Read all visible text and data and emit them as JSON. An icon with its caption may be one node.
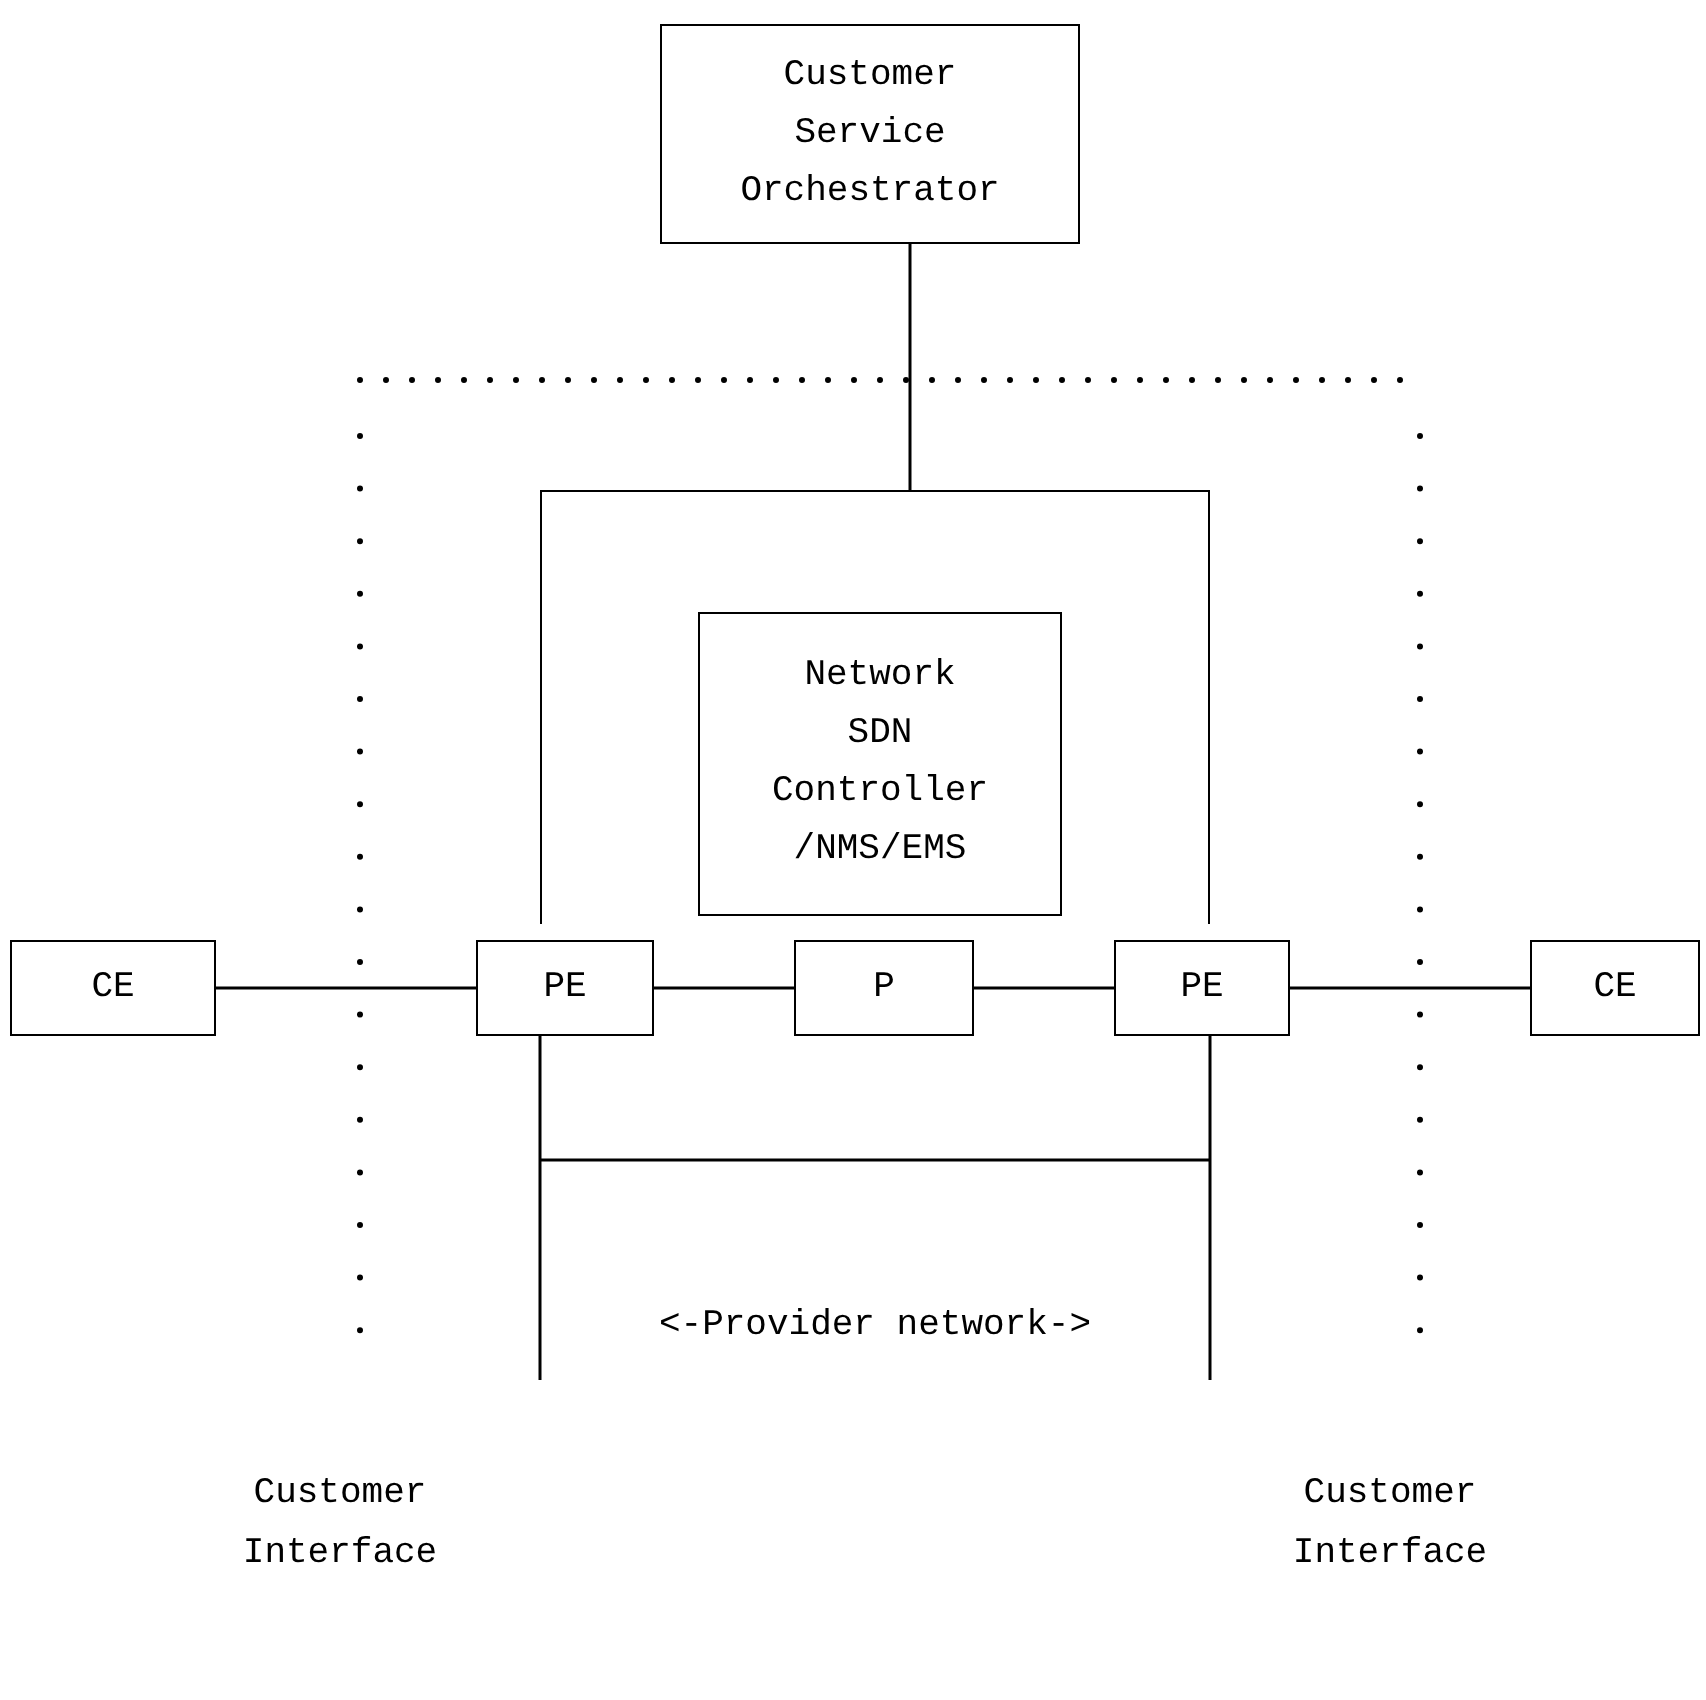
{
  "diagram": {
    "nodes": [
      {
        "text": [
          "Customer Service Orchestrator"
        ]
      },
      {
        "text": [],
        "shape": "box"
      },
      {
        "text": [
          "Network SDN Controller /NMS/EMS"
        ],
        "in": 1
      },
      {
        "text": [
          "CE"
        ]
      },
      {
        "text": [
          "PE"
        ]
      },
      {
        "text": [
          "P"
        ]
      },
      {
        "text": [
          "PE"
        ]
      },
      {
        "text": [
          "CE"
        ]
      }
    ],
    "edges": [
      {
        "from": 0,
        "to": 1,
        "arrow": "none"
      },
      {
        "from": 3,
        "to": 4,
        "arrow": "none"
      },
      {
        "from": 4,
        "to": 5,
        "arrow": "none"
      },
      {
        "from": 5,
        "to": 6,
        "arrow": "none"
      },
      {
        "from": 6,
        "to": 7,
        "arrow": "none"
      }
    ],
    "labels": [
      "<-Provider network->",
      "Customer Interface",
      "Customer Interface"
    ]
  }
}
